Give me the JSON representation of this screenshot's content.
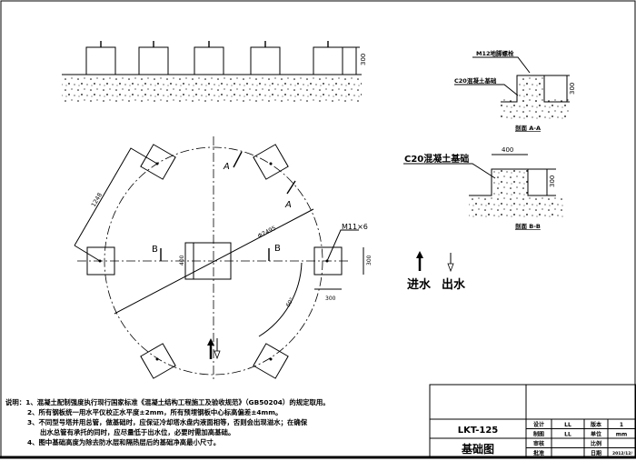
{
  "elevation": {
    "dim_height": "300"
  },
  "plan": {
    "dim_chord": "1248",
    "dim_diameter": "Φ2495",
    "dim_center_width": "400",
    "dim_pad_height": "300",
    "dim_pad_width": "300",
    "dim_angle": "60°",
    "bolt_label": "M11×6",
    "section_a": "A",
    "section_b": "B"
  },
  "section_aa": {
    "bolt_label": "M12地脚螺栓",
    "concrete_label": "C20混凝土基础",
    "dim_height": "300",
    "title": "剖面 A-A"
  },
  "section_bb": {
    "concrete_label": "C20混凝土基础",
    "dim_width": "400",
    "dim_height": "300",
    "title": "剖面 B-B"
  },
  "legend": {
    "inlet": "进水",
    "outlet": "出水"
  },
  "notes": {
    "heading": "说明：",
    "items": [
      "1、混凝土配制强度执行现行国家标准《混凝土结构工程施工及验收规范》（GB50204）的规定取用。",
      "2、所有钢板统一用水平仪校正水平度±2mm，所有预埋钢板中心标高偏差±4mm。",
      "3、不同型号塔并用总管，做基础时，应保证冷却塔水盘内液面相等，否则会出现溢水；在确保",
      "出水总管有承托的同时，应尽量低于出水位，必要时需加高基础。",
      "4、图中基础高度为除去防水层和隔热层后的基础净高最小尺寸。"
    ]
  },
  "title_block": {
    "model": "LKT-125",
    "drawing_name": "基础图",
    "rows": [
      {
        "k1": "设计",
        "v1": "LL",
        "k2": "版本",
        "v2": "1"
      },
      {
        "k1": "制图",
        "v1": "LL",
        "k2": "单位",
        "v2": "mm"
      },
      {
        "k1": "审核",
        "v1": "",
        "k2": "比例",
        "v2": ""
      },
      {
        "k1": "批准",
        "v1": "",
        "k2": "日期",
        "v2": "2012/12/"
      }
    ]
  }
}
